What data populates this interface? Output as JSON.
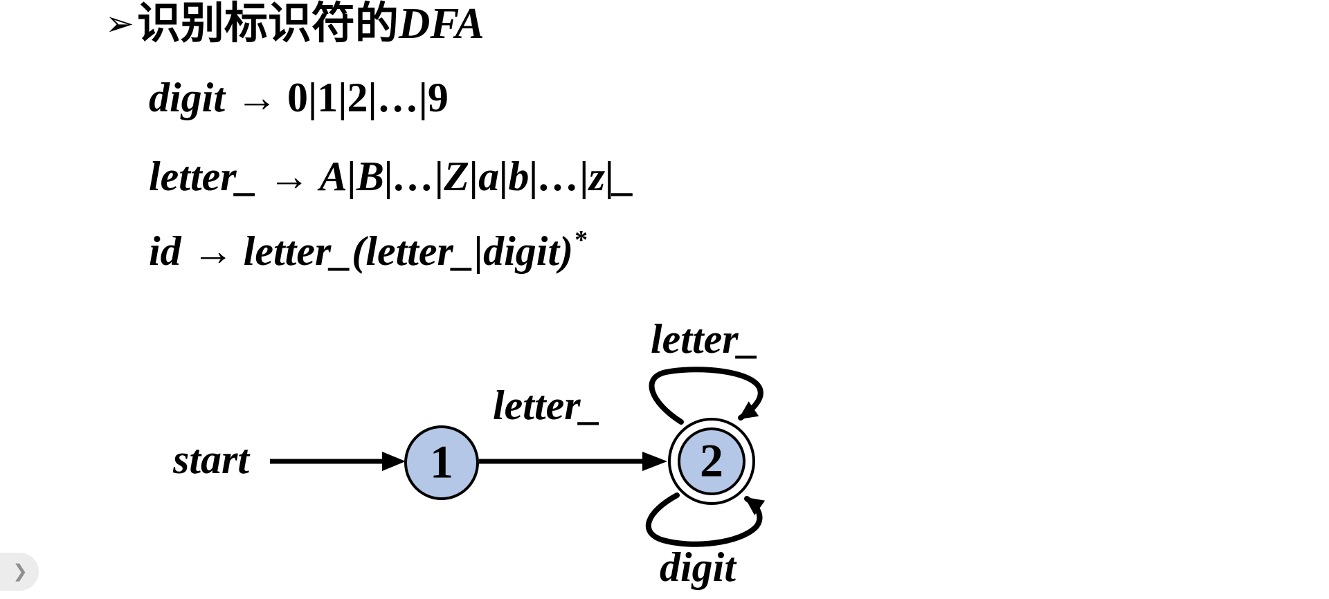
{
  "slide": {
    "bullet": "➢",
    "title_cn": "识别标识符的",
    "title_en": "DFA",
    "rules": [
      {
        "lhs": "digit",
        "arrow": "→",
        "rhs": "0|1|2|…|9",
        "sup": ""
      },
      {
        "lhs": "letter_",
        "arrow": "→",
        "rhs": "A|B|…|Z|a|b|…|z|_",
        "sup": ""
      },
      {
        "lhs": "id",
        "arrow": "→",
        "rhs": "letter_(letter_|digit)",
        "sup": "*"
      }
    ]
  },
  "dfa": {
    "start_label": "start",
    "state1_label": "1",
    "state2_label": "2",
    "edge_1_2_label": "letter_",
    "loop_top_label": "letter_",
    "loop_bottom_label": "digit"
  },
  "nav": {
    "next_icon": "❯"
  },
  "colors": {
    "state_fill": "#b5c7e6",
    "stroke": "#000000",
    "background": "#ffffff",
    "nav_bg": "#ececec",
    "nav_icon": "#8f8f8f"
  }
}
